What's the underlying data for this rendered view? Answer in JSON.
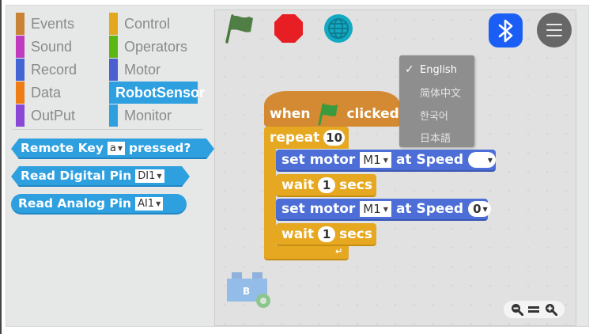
{
  "palette": {
    "categories": [
      {
        "label": "Events",
        "color": "#c88337",
        "active": false
      },
      {
        "label": "Sound",
        "color": "#c03bbe",
        "active": false
      },
      {
        "label": "Record",
        "color": "#4466d4",
        "active": false
      },
      {
        "label": "Data",
        "color": "#ee7d16",
        "active": false
      },
      {
        "label": "OutPut",
        "color": "#8a48d6",
        "active": false
      },
      {
        "label": "Control",
        "color": "#e4a81f",
        "active": false
      },
      {
        "label": "Operators",
        "color": "#5cb712",
        "active": false
      },
      {
        "label": "Motor",
        "color": "#4c5fd0",
        "active": false
      },
      {
        "label": "RobotSensor",
        "color": "#2ea0e0",
        "active": true
      },
      {
        "label": "Monitor",
        "color": "#2ea0e0",
        "active": false
      }
    ],
    "blocks": [
      {
        "prefix": "Remote Key",
        "dropdown": "a",
        "suffix": "pressed?",
        "shape": "boolean"
      },
      {
        "prefix": "Read Digital Pin",
        "dropdown": "DI1",
        "shape": "boolean"
      },
      {
        "prefix": "Read Analog Pin",
        "dropdown": "AI1",
        "shape": "reporter"
      }
    ]
  },
  "toolbar": {
    "green_flag": "green-flag",
    "stop": "stop",
    "language": "globe",
    "bluetooth": "bluetooth",
    "menu": "menu"
  },
  "language_menu": {
    "items": [
      {
        "label": "English",
        "selected": true
      },
      {
        "label": "简体中文",
        "selected": false
      },
      {
        "label": "한국어",
        "selected": false
      },
      {
        "label": "日本語",
        "selected": false
      }
    ],
    "check": "✓"
  },
  "script": {
    "hat": {
      "when": "when",
      "clicked": "clicked"
    },
    "repeat": {
      "label": "repeat",
      "count": "10"
    },
    "steps": [
      {
        "type": "motor",
        "label": "set motor",
        "motor": "M1",
        "at": "at Speed",
        "speed": ""
      },
      {
        "type": "wait",
        "label": "wait",
        "value": "1",
        "unit": "secs"
      },
      {
        "type": "motor",
        "label": "set motor",
        "motor": "M1",
        "at": "at Speed",
        "speed": "0"
      },
      {
        "type": "wait",
        "label": "wait",
        "value": "1",
        "unit": "secs"
      }
    ],
    "repeat_arrow": "↵"
  },
  "sprite": {
    "label": "B"
  },
  "zoom_controls": {
    "zoom_out": "zoom-out",
    "reset": "=",
    "zoom_in": "zoom-in"
  }
}
